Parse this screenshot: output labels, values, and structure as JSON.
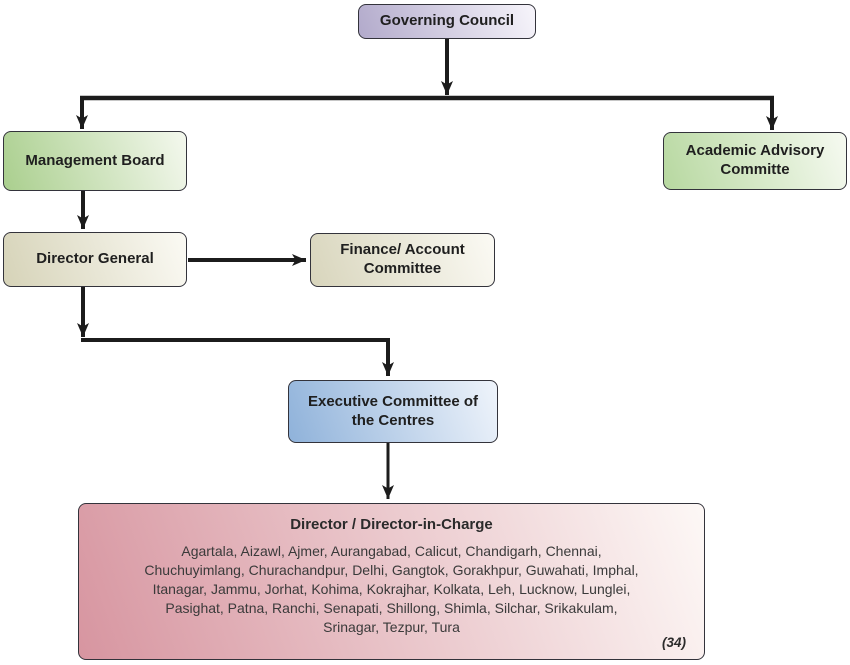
{
  "diagram": {
    "type": "org-chart",
    "nodes": {
      "governing_council": {
        "label": "Governing Council"
      },
      "management_board": {
        "label": "Management Board"
      },
      "academic_advisory_committee": {
        "label": "Academic Advisory Committe"
      },
      "director_general": {
        "label": "Director General"
      },
      "finance_account_committee": {
        "label": "Finance/ Account Committee"
      },
      "executive_committee": {
        "label": "Executive Committee of the Centres"
      },
      "director_in_charge": {
        "title": "Director / Director-in-Charge",
        "centres": "Agartala, Aizawl, Ajmer, Aurangabad, Calicut, Chandigarh, Chennai, Chuchuyimlang, Churachandpur, Delhi, Gangtok, Gorakhpur, Guwahati, Imphal, Itanagar, Jammu, Jorhat, Kohima, Kokrajhar, Kolkata, Leh, Lucknow, Lunglei, Pasighat, Patna, Ranchi, Senapati, Shillong, Shimla, Silchar, Srikakulam, Srinagar, Tezpur, Tura",
        "count_label": "(34)"
      }
    },
    "edges": [
      {
        "from": "governing_council",
        "to": "management_board"
      },
      {
        "from": "governing_council",
        "to": "academic_advisory_committee"
      },
      {
        "from": "management_board",
        "to": "director_general"
      },
      {
        "from": "director_general",
        "to": "finance_account_committee"
      },
      {
        "from": "director_general",
        "to": "executive_committee"
      },
      {
        "from": "executive_committee",
        "to": "director_in_charge"
      }
    ],
    "colors": {
      "gc_left": "#b2aacb",
      "gc_right": "#f7f5fb",
      "mb_left": "#aacf8e",
      "mb_right": "#f4f8ee",
      "aa_left": "#b7d8a0",
      "aa_right": "#f6faf1",
      "dg_left": "#d6d3b8",
      "dg_right": "#fbfaf4",
      "fc_left": "#d8d5bc",
      "fc_right": "#fbfaf4",
      "ec_left": "#8fb2da",
      "ec_right": "#eff4fb",
      "dir_left": "#d795a0",
      "dir_right": "#fdf8f6",
      "line": "#1c1c1c",
      "border": "#33333b",
      "label_text": "#1f1f1f",
      "list_text": "#3a3a3a"
    }
  }
}
